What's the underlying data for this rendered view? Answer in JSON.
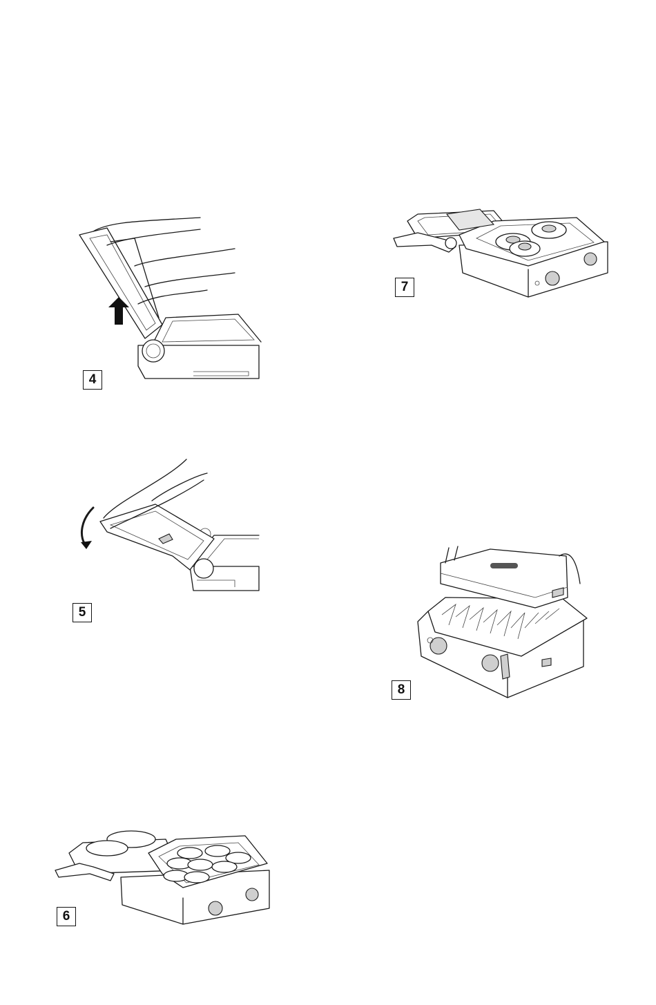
{
  "figures": [
    {
      "id": "fig4",
      "label": "4"
    },
    {
      "id": "fig5",
      "label": "5"
    },
    {
      "id": "fig6",
      "label": "6"
    },
    {
      "id": "fig7",
      "label": "7"
    },
    {
      "id": "fig8",
      "label": "8"
    }
  ]
}
